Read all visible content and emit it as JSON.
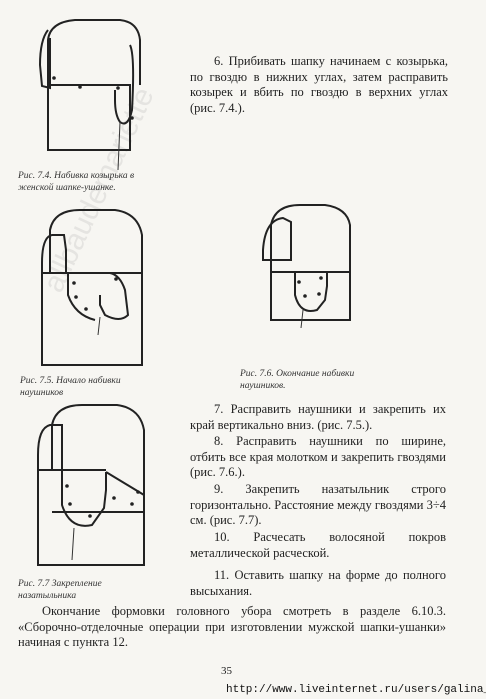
{
  "paragraphs": {
    "p6": "6. Прибивать шапку начинаем с козырька, по гвоздю в нижних углах, затем расправить козырек и вбить по гвоздю в верхних углах (рис. 7.4.).",
    "p7": "7. Расправить наушники и закрепить их край вертикально вниз. (рис. 7.5.).",
    "p8": "8. Расправить наушники по ширине, отбить все края молотком и закрепить гвоздями (рис. 7.6.).",
    "p9": "9. Закрепить назатыльник строго горизонтально. Расстояние между гвоздями 3÷4 см. (рис. 7.7).",
    "p10": "10. Расчесать волосяной покров металлической расческой.",
    "p11": "11. Оставить шапку на форме до полного высыхания.",
    "final": "Окончание формовки головного убора смотреть в разделе 6.10.3. «Сборочно-отделочные операции при изготовлении мужской шапки-ушанки» начиная с пункта 12."
  },
  "captions": {
    "fig74": "Рис. 7.4. Набивка козырька в женской шапке-ушанке.",
    "fig75": "Рис. 7.5. Начало набивки наушников",
    "fig76": "Рис. 7.6. Окончание набивки наушников.",
    "fig77": "Рис. 7.7 Закрепление назатыльника"
  },
  "page_number": "35",
  "footer_url": "http://www.liveinternet.ru/users/galina_o/",
  "watermark": "allbaudemariette"
}
